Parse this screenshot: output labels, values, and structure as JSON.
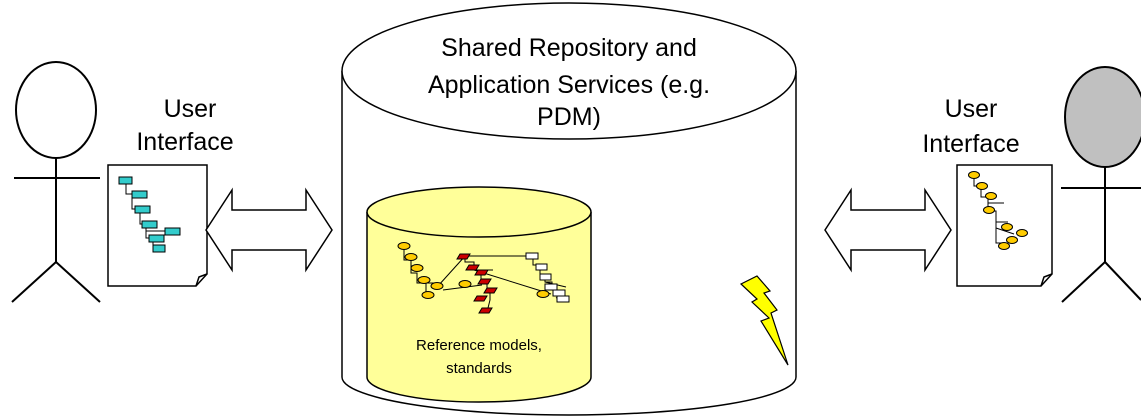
{
  "repository": {
    "title_lines": [
      "Shared Repository and",
      "Application Services (e.g.",
      "PDM)"
    ]
  },
  "inner_db": {
    "label_lines": [
      "Reference models,",
      "standards"
    ],
    "fill": "#ffff99"
  },
  "left_user": {
    "label_lines": [
      "User",
      "Interface"
    ],
    "head_fill": "#ffffff",
    "node_color": "#33cccc"
  },
  "right_user": {
    "label_lines": [
      "User",
      "Interface"
    ],
    "head_fill": "#c0c0c0",
    "node_color": "#ffcc00"
  },
  "colors": {
    "tree_yellow": "#ffcc00",
    "tree_red": "#cc0000",
    "lightning": "#ffff00"
  },
  "icons": [
    "stick-figure-icon",
    "document-icon",
    "double-arrow-icon",
    "lightning-icon",
    "tree-icon"
  ]
}
